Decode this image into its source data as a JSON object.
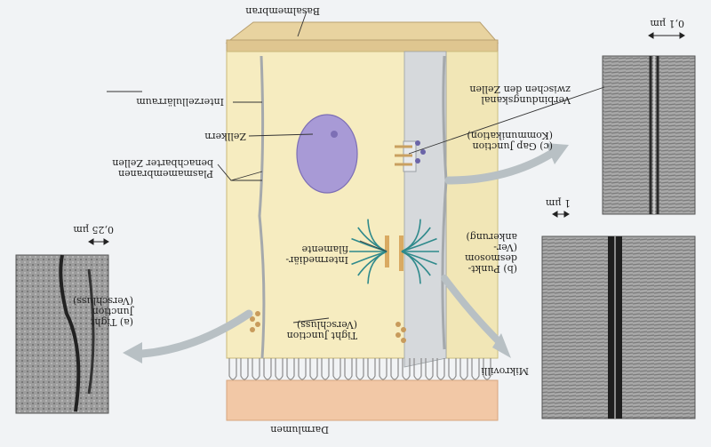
{
  "labels": {
    "basal_membrane": "Basalmembran",
    "intercellular_space": "Interzellulärraum",
    "nucleus": "Zellkern",
    "plasma_membranes": "Plasmamembranen\nbenachbarter Zellen",
    "connecting_channel": "Verbindungskanal\nzwischen den Zellen",
    "gap_junction": "(c) Gap Junction\n(Kommunikation)",
    "intermediate_filaments": "Intermediär-\nfilamente",
    "desmosome": "(b) Punkt-\ndesmosom\n(Ver-\nankerung)",
    "tight_junction_a": "(a) Tight\nJunction\n(Verschluss)",
    "tight_junction_center": "Tight Junction\n(Verschluss)",
    "microvilli": "Mikrovilli",
    "gut_lumen": "Darmlumen"
  },
  "scales": {
    "tight": "0,25 µm",
    "gap": "0,1 µm",
    "desmosome": "1 µm"
  },
  "colors": {
    "cytoplasm": "#f6ecc0",
    "nucleus": "#a89ad6",
    "basal_membrane": "#e8d3a0",
    "lumen": "#f2c8a6",
    "filaments": "#2f8a8c",
    "arrow": "#b8c0c4",
    "micrograph_dark": "#2a2a2a"
  }
}
